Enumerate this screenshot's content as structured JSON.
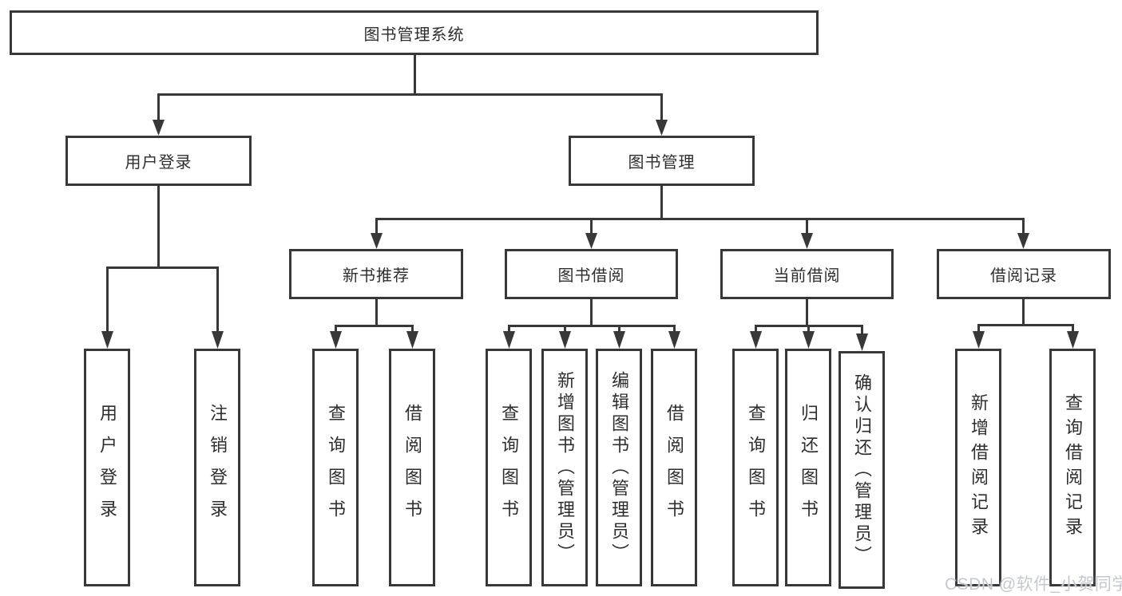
{
  "tree": {
    "root": "图书管理系统",
    "branches": [
      {
        "label": "用户登录",
        "children": [
          "用户登录",
          "注销登录"
        ]
      },
      {
        "label": "图书管理",
        "sections": [
          {
            "label": "新书推荐",
            "children": [
              "查询图书",
              "借阅图书"
            ]
          },
          {
            "label": "图书借阅",
            "children": [
              "查询图书",
              "新增图书（管理员）",
              "编辑图书（管理员）",
              "借阅图书"
            ]
          },
          {
            "label": "当前借阅",
            "children": [
              "查询图书",
              "归还图书",
              "确认归还（管理员）"
            ]
          },
          {
            "label": "借阅记录",
            "children": [
              "新增借阅记录",
              "查询借阅记录"
            ]
          }
        ]
      }
    ]
  },
  "watermark": "CSDN @软件_小贺同学",
  "colors": {
    "line": "#383838",
    "text": "#2e2e2e",
    "box_fill": "#ffffff",
    "watermark": "#c5c9ce"
  }
}
